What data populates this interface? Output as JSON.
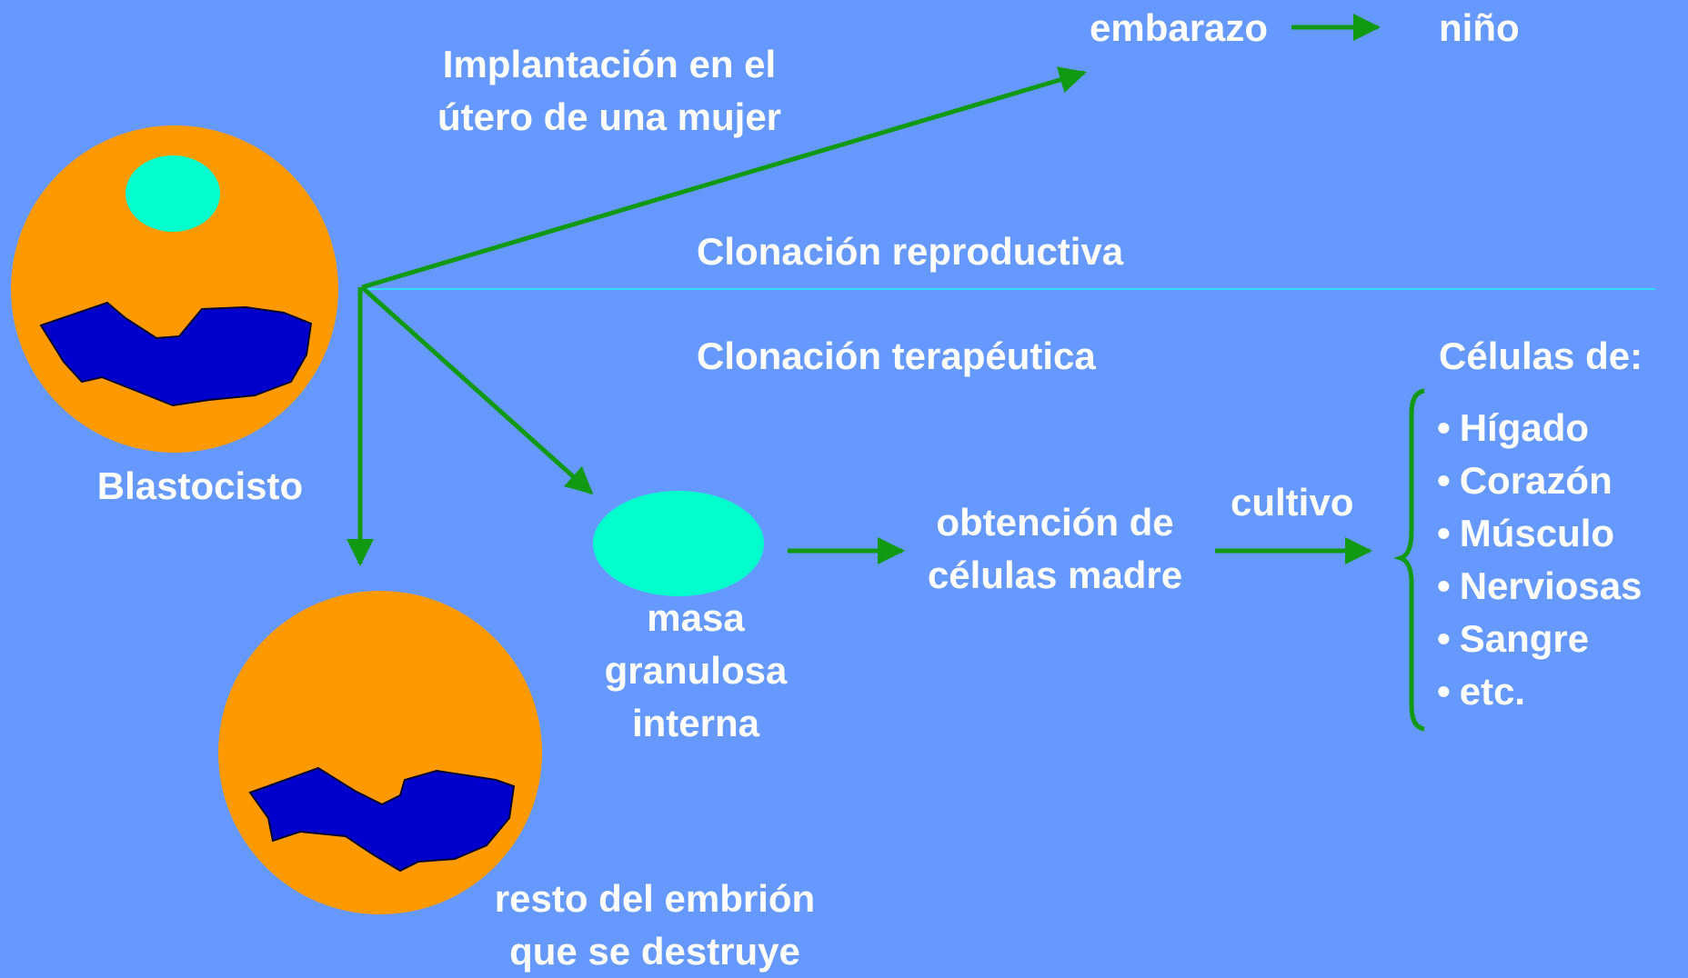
{
  "colors": {
    "background": "#6699ff",
    "cell_body": "#ff9900",
    "inner_mass": "#00ffcc",
    "nucleus": "#0000cc",
    "arrow": "#119911",
    "divider": "#33ddff",
    "text": "#ffffff"
  },
  "labels": {
    "embarazo": "embarazo",
    "nino": "niño",
    "implantacion_line1": "Implantación en el",
    "implantacion_line2": "útero de una mujer",
    "clonacion_reproductiva": "Clonación reproductiva",
    "clonacion_terapeutica": "Clonación terapéutica",
    "blastocisto": "Blastocisto",
    "masa_line1": "masa",
    "masa_line2": "granulosa",
    "masa_line3": "interna",
    "obtencion_line1": "obtención de",
    "obtencion_line2": "células madre",
    "cultivo": "cultivo",
    "resto_line1": "resto del embrión",
    "resto_line2": "que se destruye",
    "celulas_de": "Células de:"
  },
  "cell_types": {
    "bullet": "•",
    "items": [
      "Hígado",
      "Corazón",
      "Músculo",
      "Nerviosas",
      "Sangre",
      "etc."
    ]
  }
}
